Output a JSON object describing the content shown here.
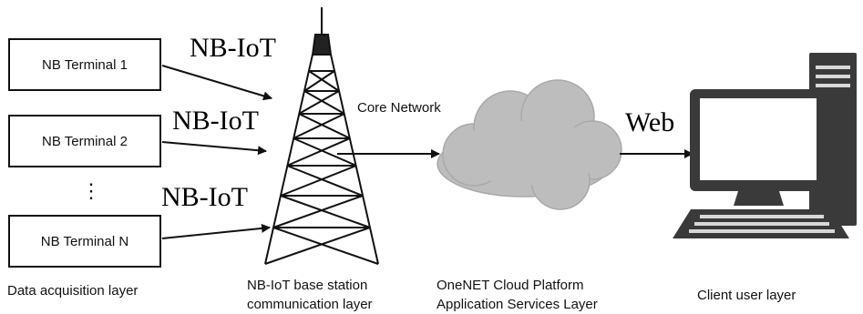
{
  "terminals": {
    "t1": "NB Terminal 1",
    "t2": "NB Terminal 2",
    "ellipsis": "⋮",
    "tn": "NB Terminal N"
  },
  "protocols": {
    "p1": "NB-IoT",
    "p2": "NB-IoT",
    "p3": "NB-IoT",
    "web": "Web"
  },
  "links": {
    "core_network": "Core Network"
  },
  "layers": {
    "acquisition": "Data acquisition layer",
    "base_station_line1": "NB-IoT base station",
    "base_station_line2": "communication layer",
    "cloud_line1": "OneNET Cloud Platform",
    "cloud_line2": "Application Services Layer",
    "client": "Client user layer"
  },
  "icons": {
    "tower": "cell-tower-icon",
    "cloud": "cloud-icon",
    "computer": "desktop-computer-icon"
  },
  "colors": {
    "ink": "#111111",
    "cloud_fill": "#bdbdbd",
    "cloud_edge": "#a9a9a9",
    "computer_dark": "#3a3a3a",
    "computer_light": "#d8d8d8"
  }
}
